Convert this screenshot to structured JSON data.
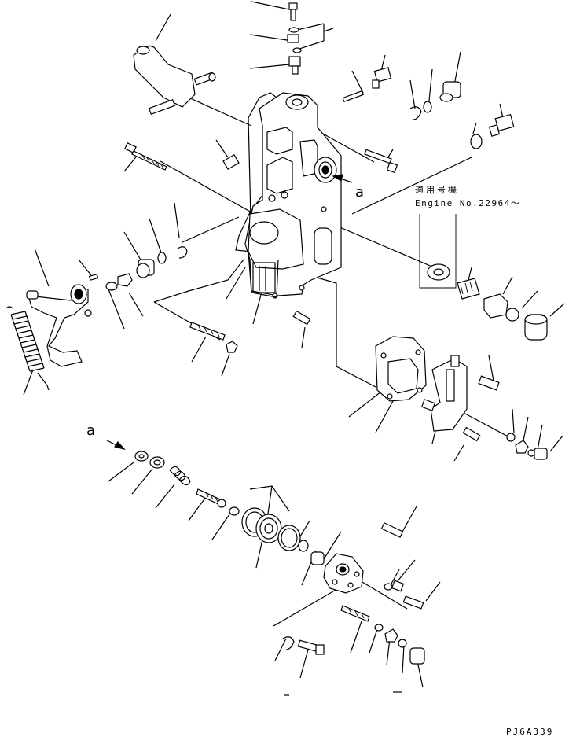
{
  "labels": {
    "applicable_serial": "適用号機",
    "engine_serial": "Engine No.22964～",
    "view_marker_top": "a",
    "view_marker_left": "a",
    "drawing_code": "PJ6A339"
  }
}
